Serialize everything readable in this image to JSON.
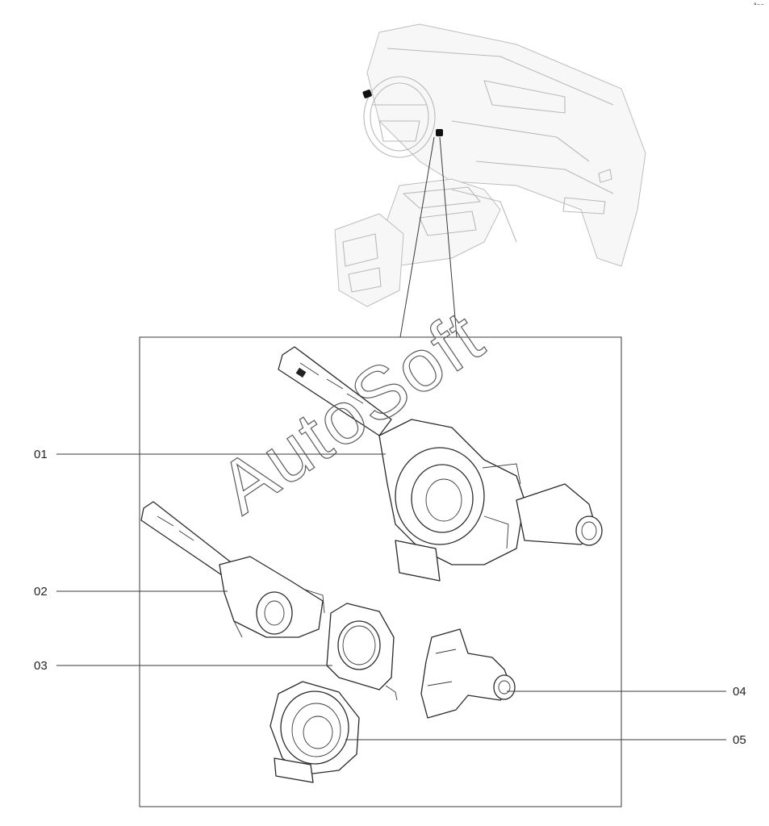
{
  "watermark": "AutoSoft",
  "callouts": [
    {
      "id": "01",
      "label": "01"
    },
    {
      "id": "02",
      "label": "02"
    },
    {
      "id": "03",
      "label": "03"
    },
    {
      "id": "04",
      "label": "04"
    },
    {
      "id": "05",
      "label": "05"
    }
  ],
  "colors": {
    "line": "#3a3a3a",
    "faded_dashboard": "#b9b9b9",
    "marker": "#111111"
  }
}
